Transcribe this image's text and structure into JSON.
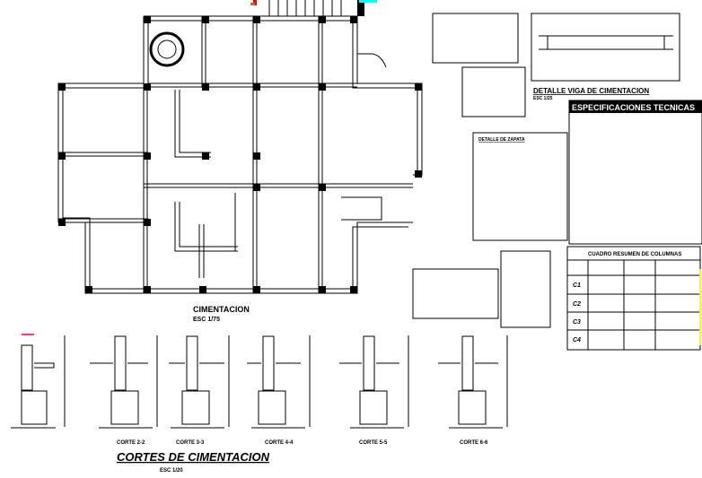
{
  "plan": {
    "title": "CIMENTACION",
    "scale": "ESC 1/75"
  },
  "sections": {
    "title": "CORTES DE CIMENTACION",
    "scale": "ESC 1/20",
    "labels": [
      "",
      "CORTE 2-2",
      "CORTE 3-3",
      "CORTE 4-4",
      "CORTE 5-5",
      "CORTE 6-6"
    ]
  },
  "beam_detail": {
    "title": "DETALLE  VIGA DE CIMENTACION",
    "scale": "ESC 1/25"
  },
  "specs": {
    "title": "ESPECIFICACIONES TECNICAS"
  },
  "footing_detail": {
    "title": "DETALLE DE ZAPATA"
  },
  "columns_table": {
    "title": "CUADRO RESUMEN DE COLUMNAS",
    "rows": [
      "C1",
      "C2",
      "C3",
      "C4"
    ]
  },
  "colors": {
    "lines": "#000000",
    "dimension": "#ff3399",
    "accent_cyan": "#00ffff",
    "accent_yellow": "#ffff00",
    "accent_red": "#ff0000"
  }
}
